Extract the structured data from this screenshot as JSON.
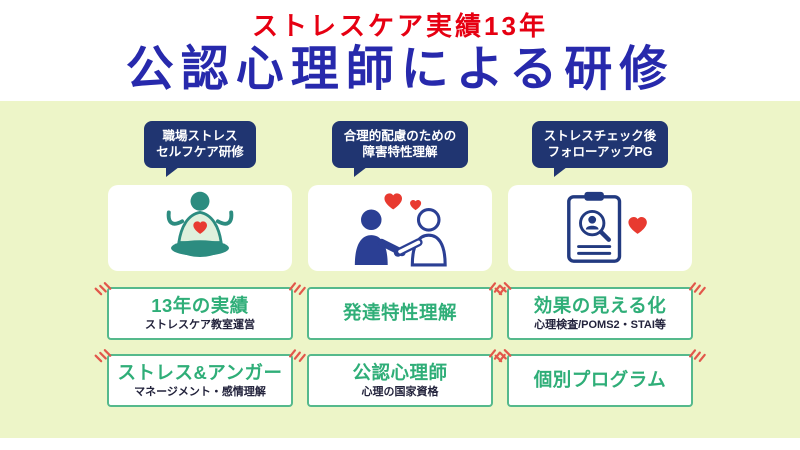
{
  "header": {
    "subtitle": "ストレスケア実績13年",
    "title": "公認心理師による研修"
  },
  "columns": [
    {
      "bubble_line1": "職場ストレス",
      "bubble_line2": "セルフケア研修",
      "illustration": "meditation-person"
    },
    {
      "bubble_line1": "合理的配慮のための",
      "bubble_line2": "障害特性理解",
      "illustration": "handshake-people"
    },
    {
      "bubble_line1": "ストレスチェック後",
      "bubble_line2": "フォローアップPG",
      "illustration": "checklist-magnifier"
    }
  ],
  "features": [
    [
      {
        "title": "13年の実績",
        "sub": "ストレスケア教室運営"
      },
      {
        "title": "発達特性理解",
        "sub": ""
      },
      {
        "title": "効果の見える化",
        "sub": "心理検査/POMS2・STAI等"
      }
    ],
    [
      {
        "title": "ストレス&アンガー",
        "sub": "マネージメント・感情理解"
      },
      {
        "title": "公認心理師",
        "sub": "心理の国家資格"
      },
      {
        "title": "個別プログラム",
        "sub": ""
      }
    ]
  ],
  "colors": {
    "accent_red": "#e60012",
    "title_blue": "#2729ac",
    "bubble_navy": "#203571",
    "panel_lime": "#edf5c8",
    "feature_green": "#2fae78",
    "feature_border_green": "#55b98c",
    "heart_red": "#e83a30",
    "emphasis_red": "#e2574b"
  }
}
